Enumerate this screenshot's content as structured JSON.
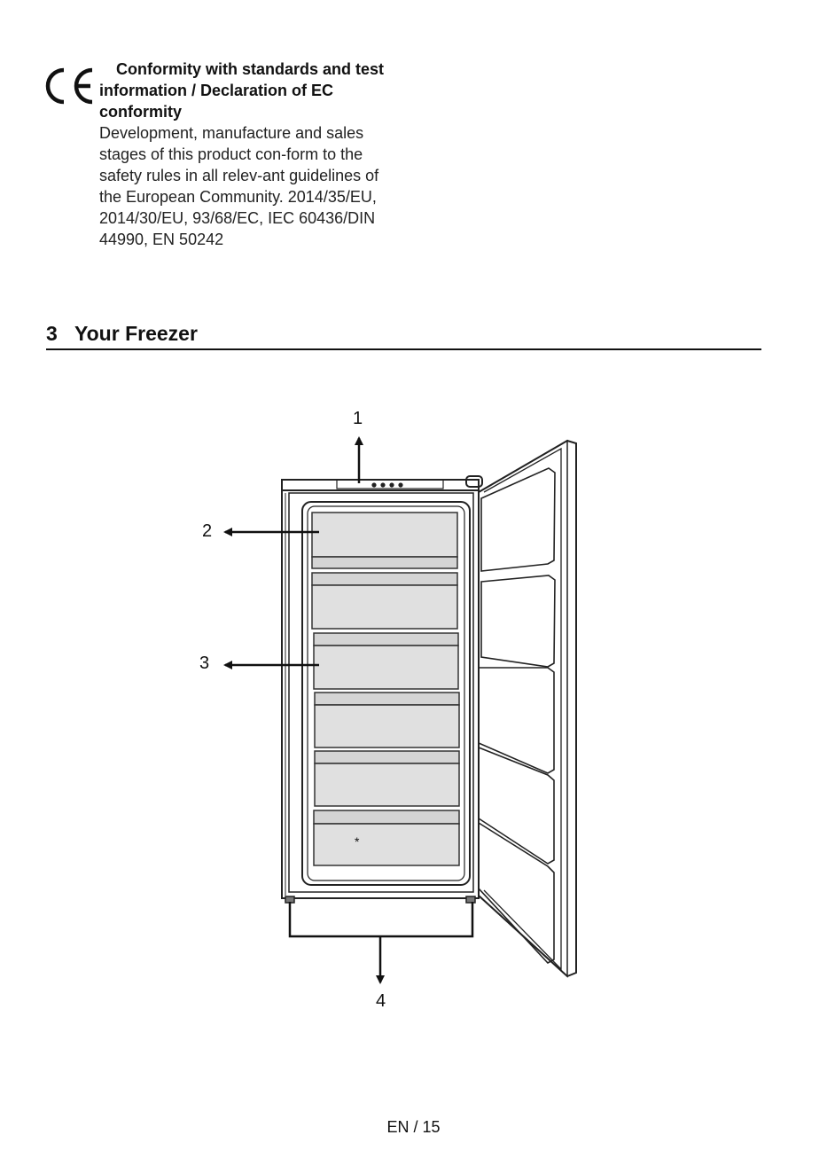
{
  "conformity": {
    "logo_icon": "ce-mark-icon",
    "title": "Conformity with standards and test information / Declaration of EC conformity",
    "body": "Development, manufacture and sales stages of this product con-form to the safety rules in all relev-ant guidelines of the European Community. 2014/35/EU, 2014/30/EU, 93/68/EC, IEC 60436/DIN 44990, EN 50242"
  },
  "section": {
    "number": "3",
    "title": "Your Freezer"
  },
  "diagram": {
    "callouts": [
      "1",
      "2",
      "3",
      "4"
    ],
    "shelf_marker": "*"
  },
  "footer": {
    "page": "EN / 15"
  }
}
